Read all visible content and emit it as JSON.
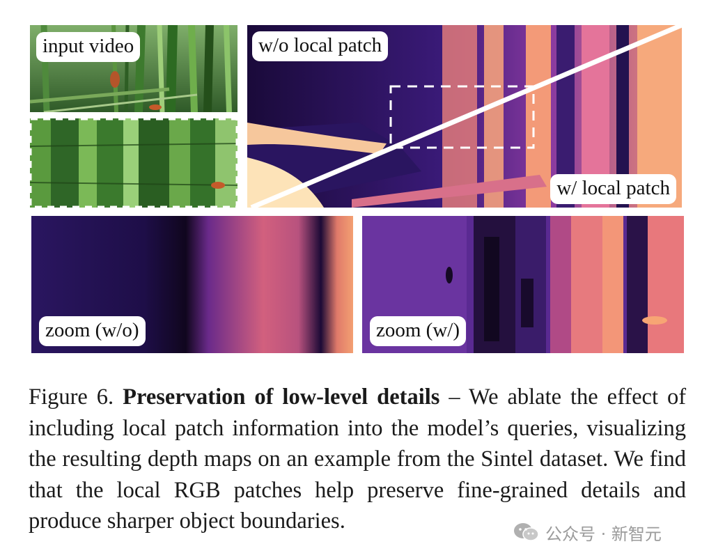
{
  "figure": {
    "labels": {
      "input": "input video",
      "without": "w/o local patch",
      "with": "w/ local patch",
      "zoom_without": "zoom (w/o)",
      "zoom_with": "zoom (w/)"
    }
  },
  "caption": {
    "prefix": "Figure 6.",
    "bold": "Preservation of low-level details",
    "text": "– We ablate the effect of including local patch information into the model’s queries, visualizing the resulting depth maps on an example from the Sintel dataset.  We find that the local RGB patches help preserve fine-grained details and produce sharper object boundaries."
  },
  "watermark": {
    "text": "公众号 · 新智元",
    "icon": "wechat-icon"
  }
}
